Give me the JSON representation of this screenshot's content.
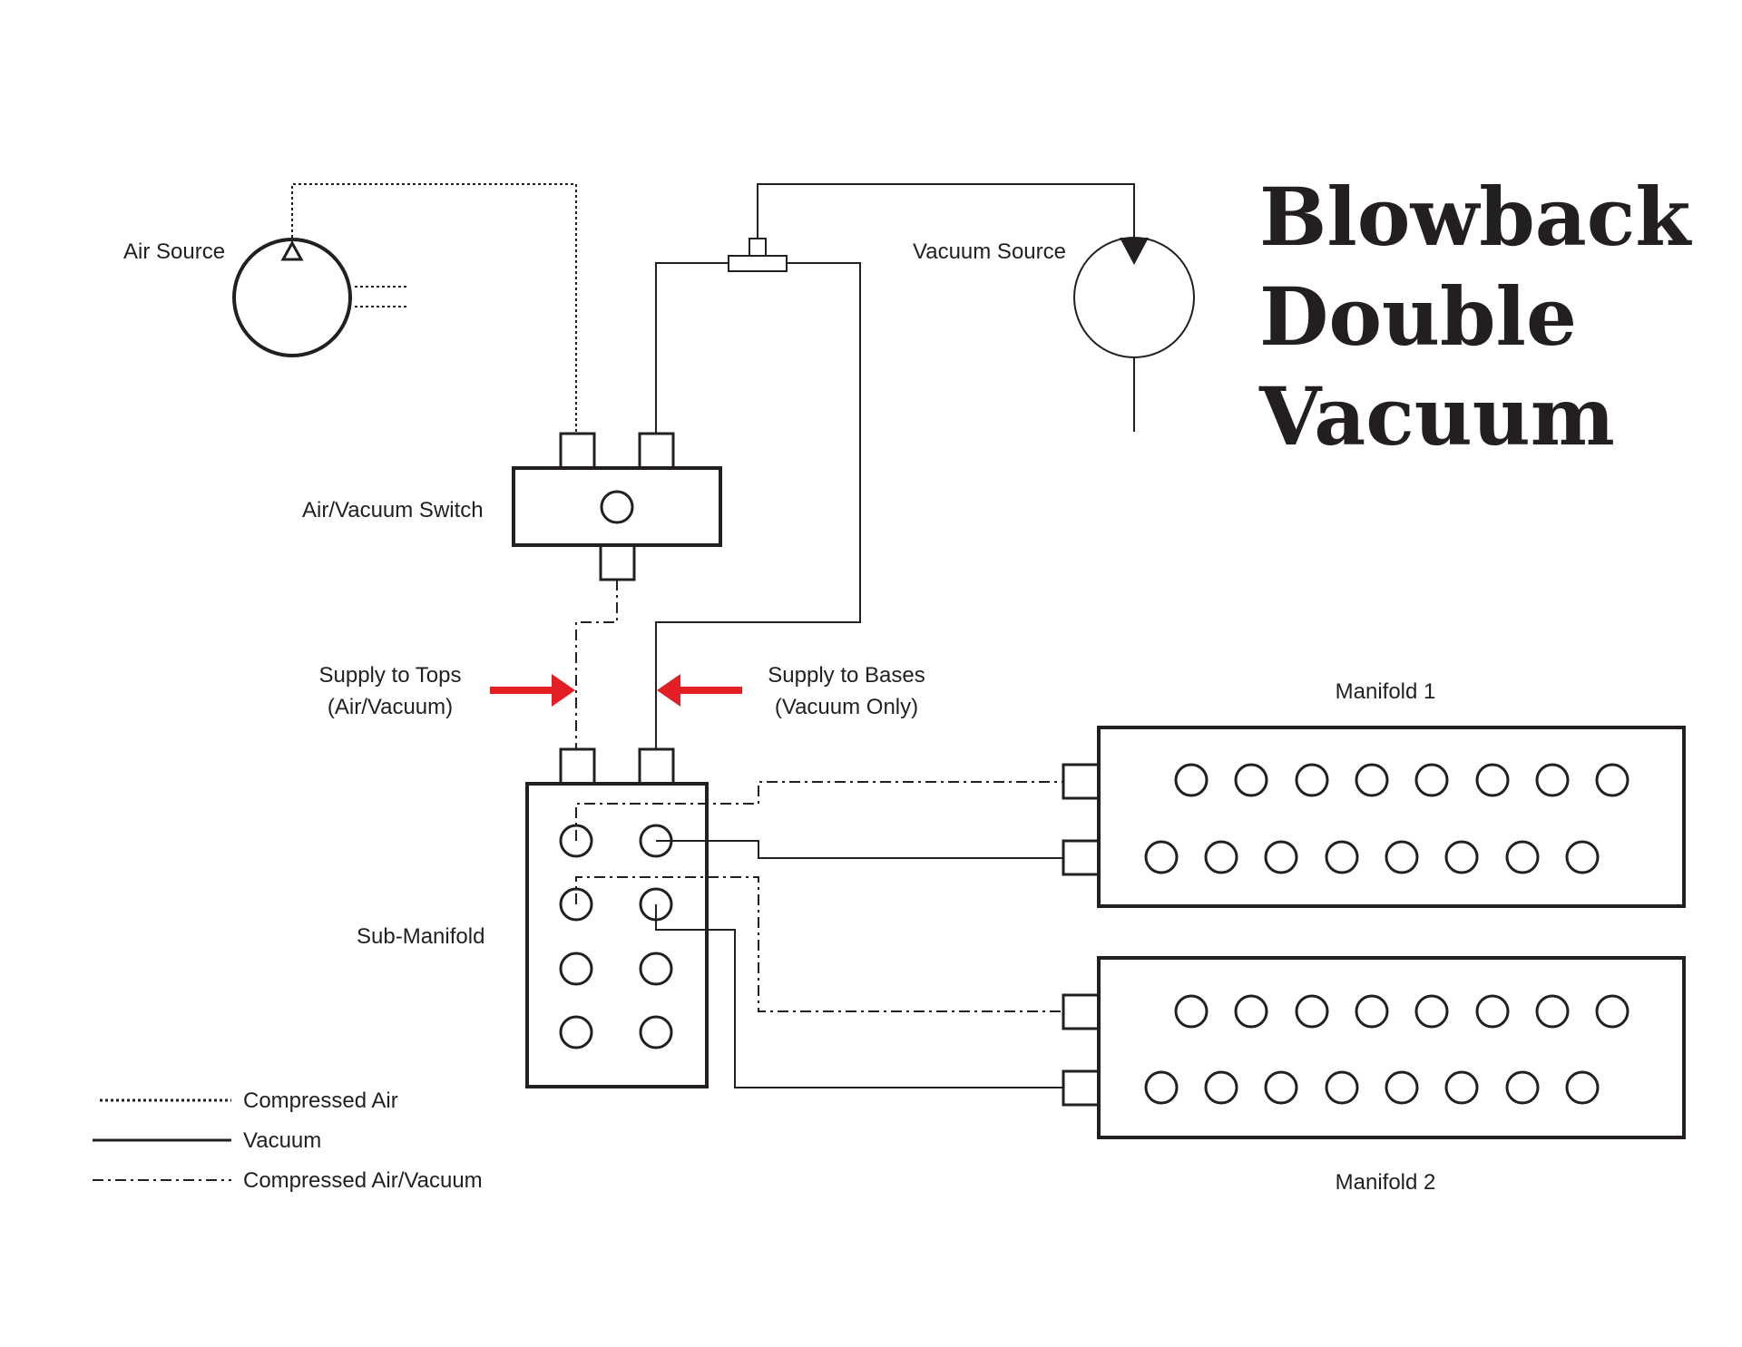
{
  "title": {
    "line1": "Blowback",
    "line2": "Double",
    "line3": "Vacuum"
  },
  "components": {
    "air_source": "Air Source",
    "vacuum_source": "Vacuum Source",
    "switch": "Air/Vacuum Switch",
    "sub_manifold": "Sub-Manifold",
    "manifold_1": "Manifold 1",
    "manifold_2": "Manifold 2"
  },
  "supply": {
    "tops_line1": "Supply to Tops",
    "tops_line2": "(Air/Vacuum)",
    "bases_line1": "Supply to Bases",
    "bases_line2": "(Vacuum Only)"
  },
  "legend": [
    {
      "label": "Compressed Air",
      "line_style": "dotted"
    },
    {
      "label": "Vacuum",
      "line_style": "solid"
    },
    {
      "label": "Compressed Air/Vacuum",
      "line_style": "dash-dot"
    }
  ],
  "colors": {
    "ink": "#231f20",
    "arrow": "#e41e25",
    "background": "#ffffff"
  }
}
